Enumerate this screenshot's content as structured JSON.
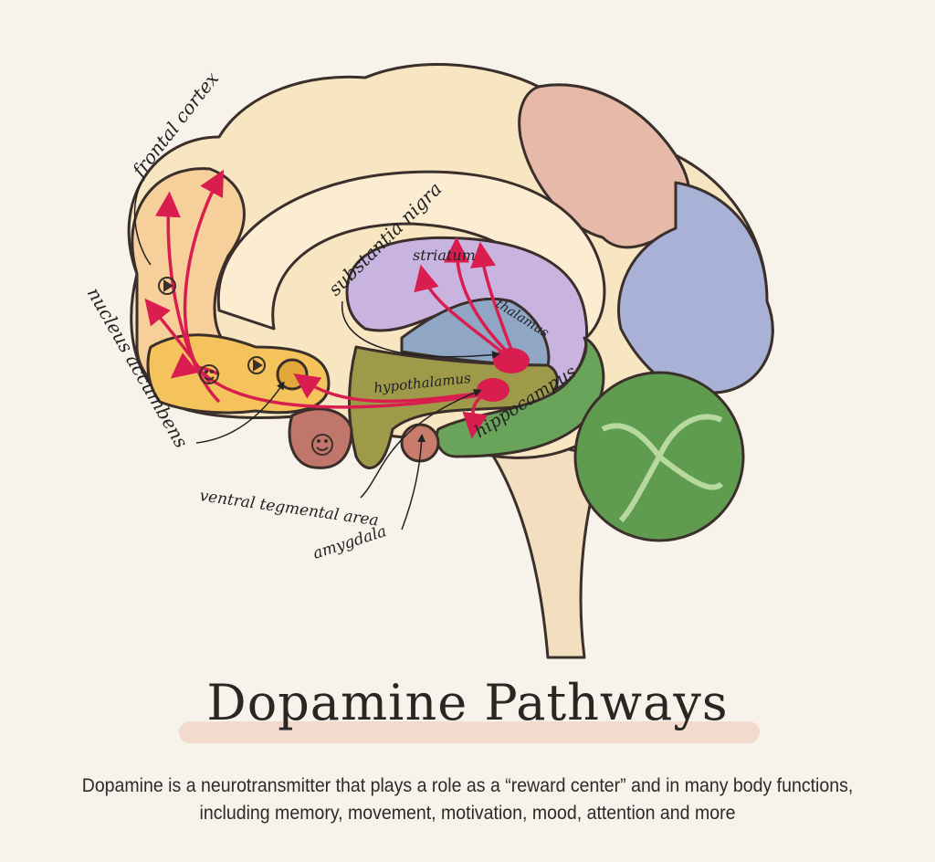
{
  "title": "Dopamine Pathways",
  "description": {
    "line1": "Dopamine is a neurotransmitter that plays a role as a “reward center” and in many body functions,",
    "line2": "including memory, movement, motivation, mood, attention and more"
  },
  "labels": {
    "frontal_cortex": "frontal cortex",
    "nucleus_accumbens": "nucleus accumbens",
    "substantia_nigra": "substantia nigra",
    "striatum": "striatum",
    "thalamus": "thalamus",
    "hypothalamus": "hypothalamus",
    "hippocampus": "hippocampus",
    "ventral_tegmental_area": "ventral tegmental area",
    "amygdala": "amygdala"
  },
  "colors": {
    "background": "#f7f2ea",
    "pathway": "#d91e4f",
    "frontal": "#f8e6c3",
    "prefrontal": "#f6cf9a",
    "accumbens": "#f5c35c",
    "parietal": "#e6b9a8",
    "occipital": "#aab1d6",
    "cerebellum": "#5f9c4f",
    "striatum": "#c9b4e0",
    "thalamus": "#8fa7c4",
    "hypothalamus": "#9e9a4a",
    "hippocampus": "#6aa35a",
    "amygdala": "#c97b6c"
  }
}
